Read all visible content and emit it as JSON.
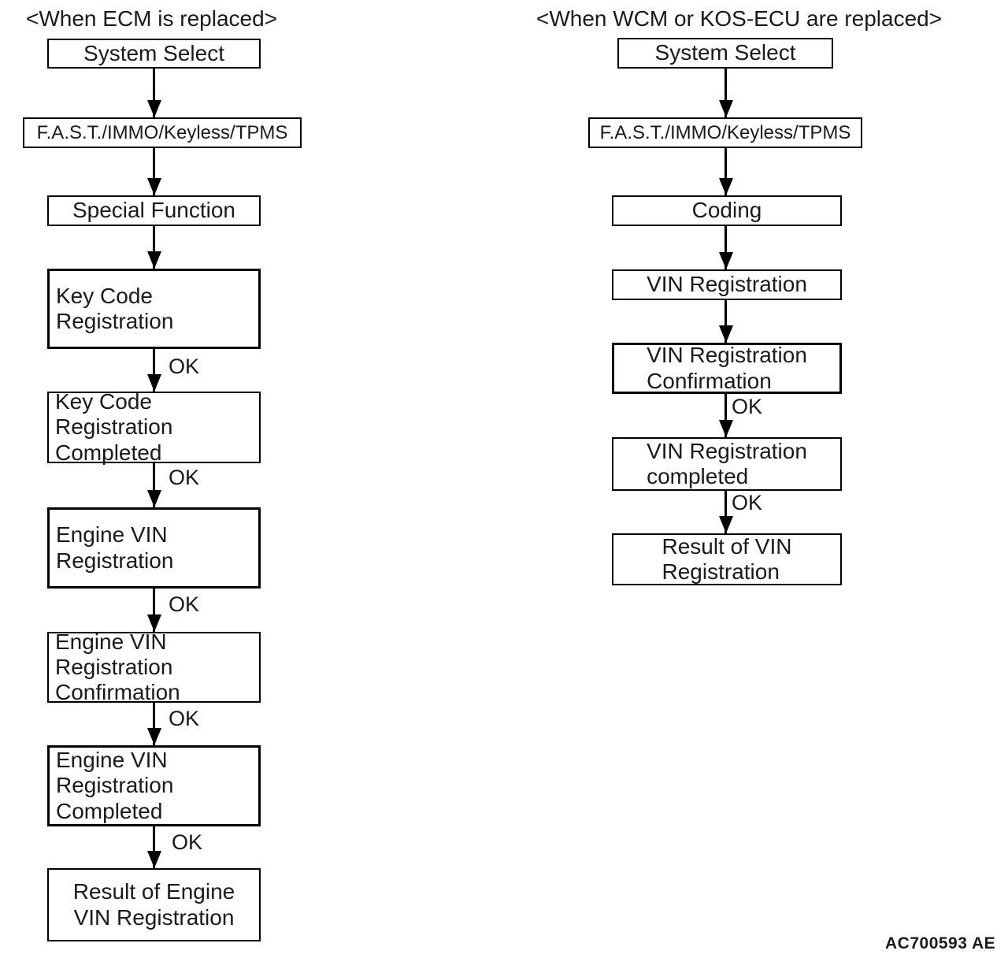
{
  "flow": {
    "ok_label": "OK"
  },
  "left_chart": {
    "title": "<When ECM is replaced>",
    "steps": [
      "System Select",
      "F.A.S.T./IMMO/Keyless/TPMS",
      "Special Function",
      "Key Code Registration",
      "Key Code Registration\nCompleted",
      "Engine VIN Registration",
      "Engine VIN Registration\nConfirmation",
      "Engine VIN Registration\nCompleted",
      "Result of Engine\nVIN Registration"
    ]
  },
  "right_chart": {
    "title": "<When WCM or KOS-ECU are replaced>",
    "steps": [
      "System Select",
      "F.A.S.T./IMMO/Keyless/TPMS",
      "Coding",
      "VIN Registration",
      "VIN Registration\nConfirmation",
      "VIN Registration\ncompleted",
      "Result of VIN\nRegistration"
    ]
  },
  "footer": {
    "figure_code": "AC700593 AE"
  }
}
